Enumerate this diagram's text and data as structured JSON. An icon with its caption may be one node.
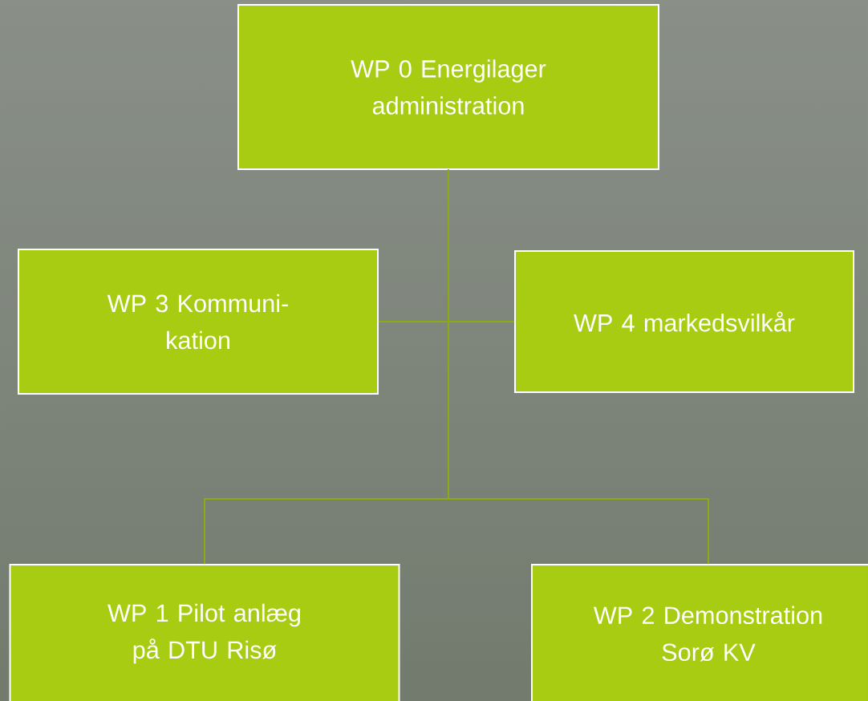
{
  "diagram": {
    "nodes": [
      {
        "text": [
          "WP 0 Energilager administration"
        ]
      },
      {
        "text": [
          "WP 3 Kommuni- kation"
        ]
      },
      {
        "text": [
          "WP 4 markedsvilkår"
        ]
      },
      {
        "text": [
          "WP 1 Pilot anlæg på DTU Risø"
        ]
      },
      {
        "text": [
          "WP 2 Demonstration Sorø KV"
        ]
      }
    ],
    "edges": [
      {
        "from": 0,
        "to": 1,
        "arrow": "none"
      },
      {
        "from": 0,
        "to": 2,
        "arrow": "none"
      },
      {
        "from": 0,
        "to": 3,
        "arrow": "none"
      },
      {
        "from": 0,
        "to": 4,
        "arrow": "none"
      }
    ]
  }
}
